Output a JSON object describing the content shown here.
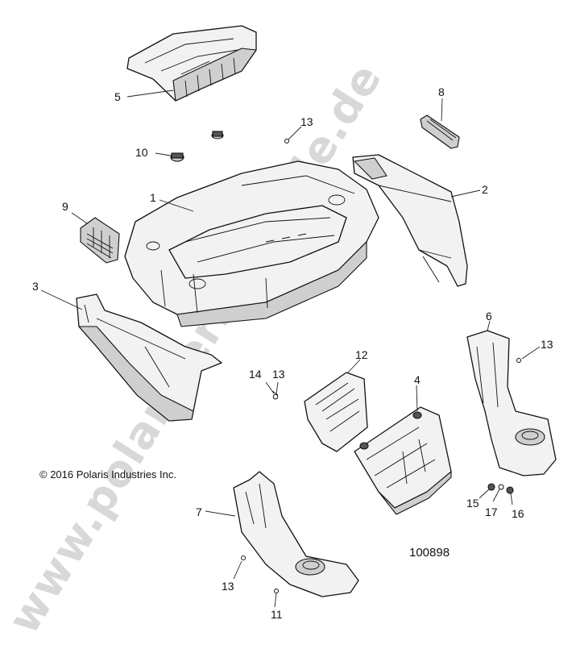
{
  "watermark": "www.polarisersatzteile.de",
  "copyright": "© 2016 Polaris Industries Inc.",
  "figure_number": "100898",
  "callouts": {
    "c1": "1",
    "c2": "2",
    "c3": "3",
    "c4": "4",
    "c5": "5",
    "c6": "6",
    "c7": "7",
    "c8": "8",
    "c9": "9",
    "c10": "10",
    "c11": "11",
    "c12": "12",
    "c13a": "13",
    "c13b": "13",
    "c13c": "13",
    "c13d": "13",
    "c14": "14",
    "c15": "15",
    "c16": "16",
    "c17": "17"
  }
}
